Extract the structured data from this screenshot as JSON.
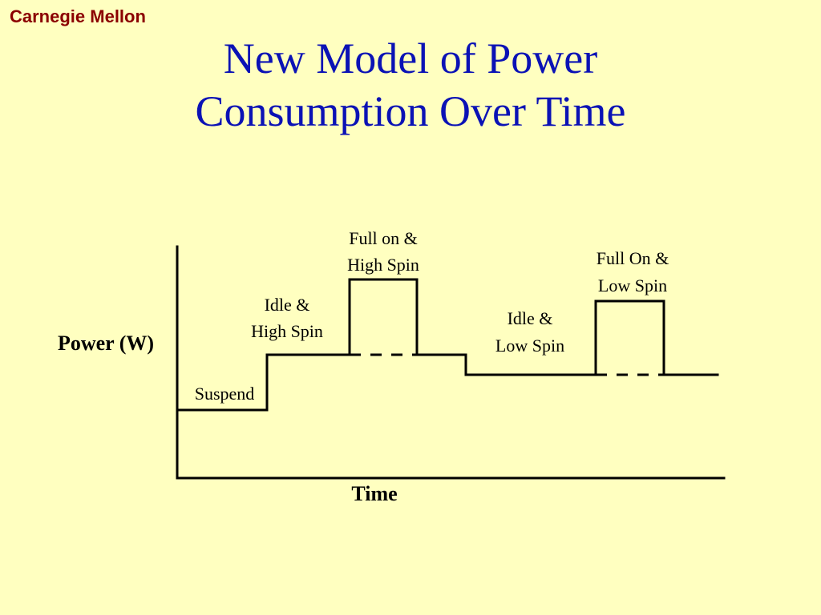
{
  "header": {
    "brand": "Carnegie Mellon",
    "title_line1": "New Model of Power",
    "title_line2": "Consumption Over Time"
  },
  "diagram": {
    "y_axis_label": "Power (W)",
    "x_axis_label": "Time",
    "states": {
      "suspend": "Suspend",
      "idle_high_line1": "Idle &",
      "idle_high_line2": "High Spin",
      "full_high_line1": "Full on &",
      "full_high_line2": "High Spin",
      "idle_low_line1": "Idle &",
      "idle_low_line2": "Low Spin",
      "full_low_line1": "Full On &",
      "full_low_line2": "Low Spin"
    }
  },
  "colors": {
    "background": "#ffffc0",
    "title": "#0b12b5",
    "brand": "#8b0000",
    "lines": "#000000"
  }
}
